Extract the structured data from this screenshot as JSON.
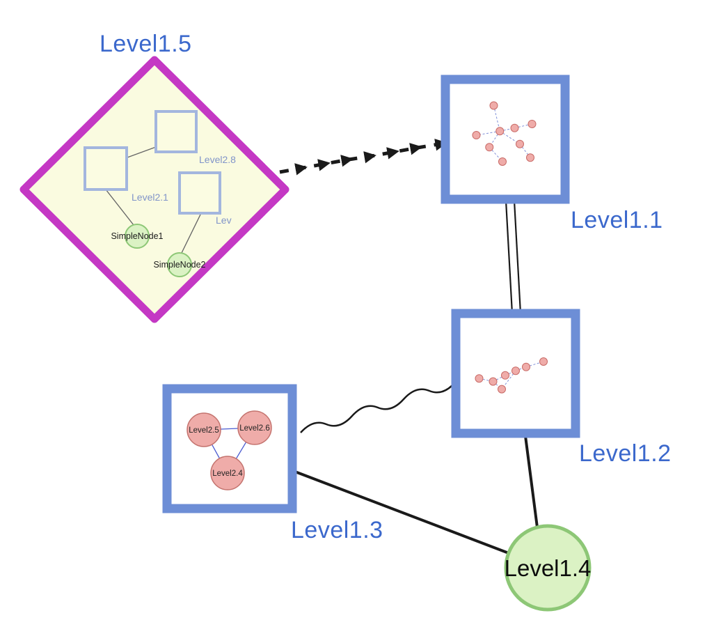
{
  "colors": {
    "label_blue": "#3b68cc",
    "node_border_blue": "#6d8ed6",
    "inner_border_blue": "#a3b6de",
    "diamond_magenta": "#c438c4",
    "diamond_fill": "#fafbe0",
    "green_fill": "#dbf2c4",
    "green_border": "#8dc776",
    "pink_fill": "#efaca9",
    "pink_border": "#c4736e",
    "mini_edge_blue": "#8090d8",
    "edge_black": "#1a1a1a"
  },
  "nodes": {
    "level15": {
      "label": "Level1.5",
      "shape": "diamond-group"
    },
    "level11": {
      "label": "Level1.1",
      "shape": "square-group"
    },
    "level12": {
      "label": "Level1.2",
      "shape": "square-group"
    },
    "level13": {
      "label": "Level1.3",
      "shape": "square-group"
    },
    "level14": {
      "label": "Level1.4",
      "shape": "circle"
    }
  },
  "level15_contents": {
    "square_top": "Level2.8",
    "square_left": "Level2.1",
    "square_right": "Lev",
    "node1": "SimpleNode1",
    "node2": "SimpleNode2"
  },
  "level13_contents": {
    "left": "Level2.5",
    "right": "Level2.6",
    "bottom": "Level2.4"
  },
  "edges": [
    {
      "from": "level15",
      "to": "level11",
      "style": "dashed-arrow"
    },
    {
      "from": "level11",
      "to": "level12",
      "style": "double-line"
    },
    {
      "from": "level13",
      "to": "level12",
      "style": "wavy"
    },
    {
      "from": "level13",
      "to": "level14",
      "style": "solid"
    },
    {
      "from": "level12",
      "to": "level14",
      "style": "solid"
    }
  ],
  "minigraphs": {
    "level11": {
      "nodes": [
        [
          0.38,
          0.1
        ],
        [
          0.45,
          0.42
        ],
        [
          0.62,
          0.38
        ],
        [
          0.82,
          0.33
        ],
        [
          0.68,
          0.58
        ],
        [
          0.33,
          0.62
        ],
        [
          0.48,
          0.8
        ],
        [
          0.18,
          0.47
        ],
        [
          0.8,
          0.75
        ]
      ],
      "edges": [
        [
          0,
          1
        ],
        [
          1,
          2
        ],
        [
          2,
          3
        ],
        [
          1,
          4
        ],
        [
          1,
          5
        ],
        [
          5,
          6
        ],
        [
          1,
          7
        ],
        [
          4,
          8
        ]
      ]
    },
    "level12": {
      "nodes": [
        [
          0.1,
          0.62
        ],
        [
          0.26,
          0.66
        ],
        [
          0.4,
          0.58
        ],
        [
          0.52,
          0.52
        ],
        [
          0.64,
          0.47
        ],
        [
          0.84,
          0.4
        ],
        [
          0.36,
          0.76
        ]
      ],
      "edges": [
        [
          0,
          1
        ],
        [
          1,
          2
        ],
        [
          2,
          3
        ],
        [
          3,
          4
        ],
        [
          4,
          5
        ],
        [
          1,
          6
        ],
        [
          3,
          6
        ]
      ]
    }
  }
}
